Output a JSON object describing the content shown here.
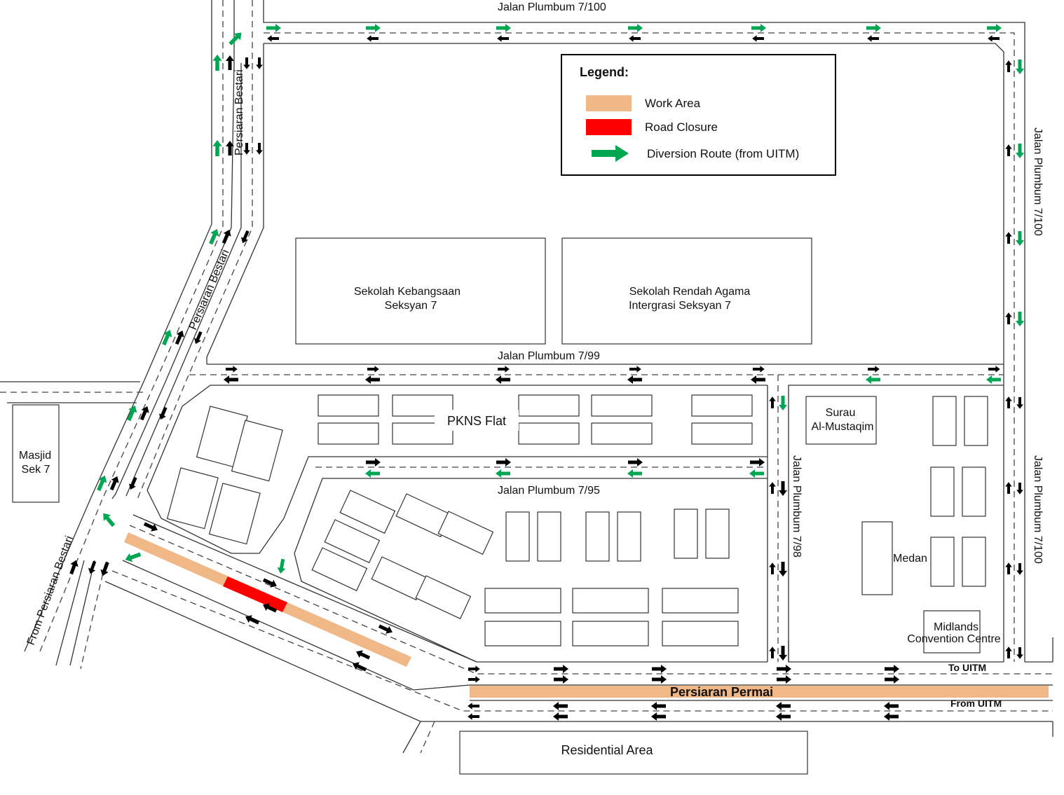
{
  "legend": {
    "title": "Legend:",
    "items": [
      {
        "label": "Work Area",
        "color": "#f0b787"
      },
      {
        "label": "Road Closure",
        "color": "#ff0000"
      },
      {
        "label": "Diversion Route (from UITM)",
        "color": "#00a651"
      }
    ]
  },
  "roads": {
    "top": "Jalan Plumbum 7/100",
    "right_upper": "Jalan Plumbum 7/100",
    "right_lower": "Jalan Plumbum 7/100",
    "bestari_top": "Persiaran Bestari",
    "bestari_mid": "Persiaran Bestari",
    "bestari_from": "From Persiaran Bestari",
    "r799": "Jalan Plumbum 7/99",
    "r795": "Jalan Plumbum 7/95",
    "r798": "Jalan Plumbum 7/98",
    "permai": "Persiaran Permai",
    "to_uitm": "To UITM",
    "from_uitm": "From UITM"
  },
  "places": {
    "school1_l1": "Sekolah Kebangsaan",
    "school1_l2": "Seksyan 7",
    "school2_l1": "Sekolah Rendah Agama",
    "school2_l2": "Intergrasi Seksyan 7",
    "pkns": "PKNS Flat",
    "surau_l1": "Surau",
    "surau_l2": "Al-Mustaqim",
    "medan": "Medan",
    "midlands_l1": "Midlands",
    "midlands_l2": "Convention Centre",
    "masjid_l1": "Masjid",
    "masjid_l2": "Sek 7",
    "residential": "Residential Area"
  },
  "colors": {
    "work": "#f0b787",
    "closure": "#ff0000",
    "diversion": "#00a651",
    "arrow": "#000000"
  }
}
